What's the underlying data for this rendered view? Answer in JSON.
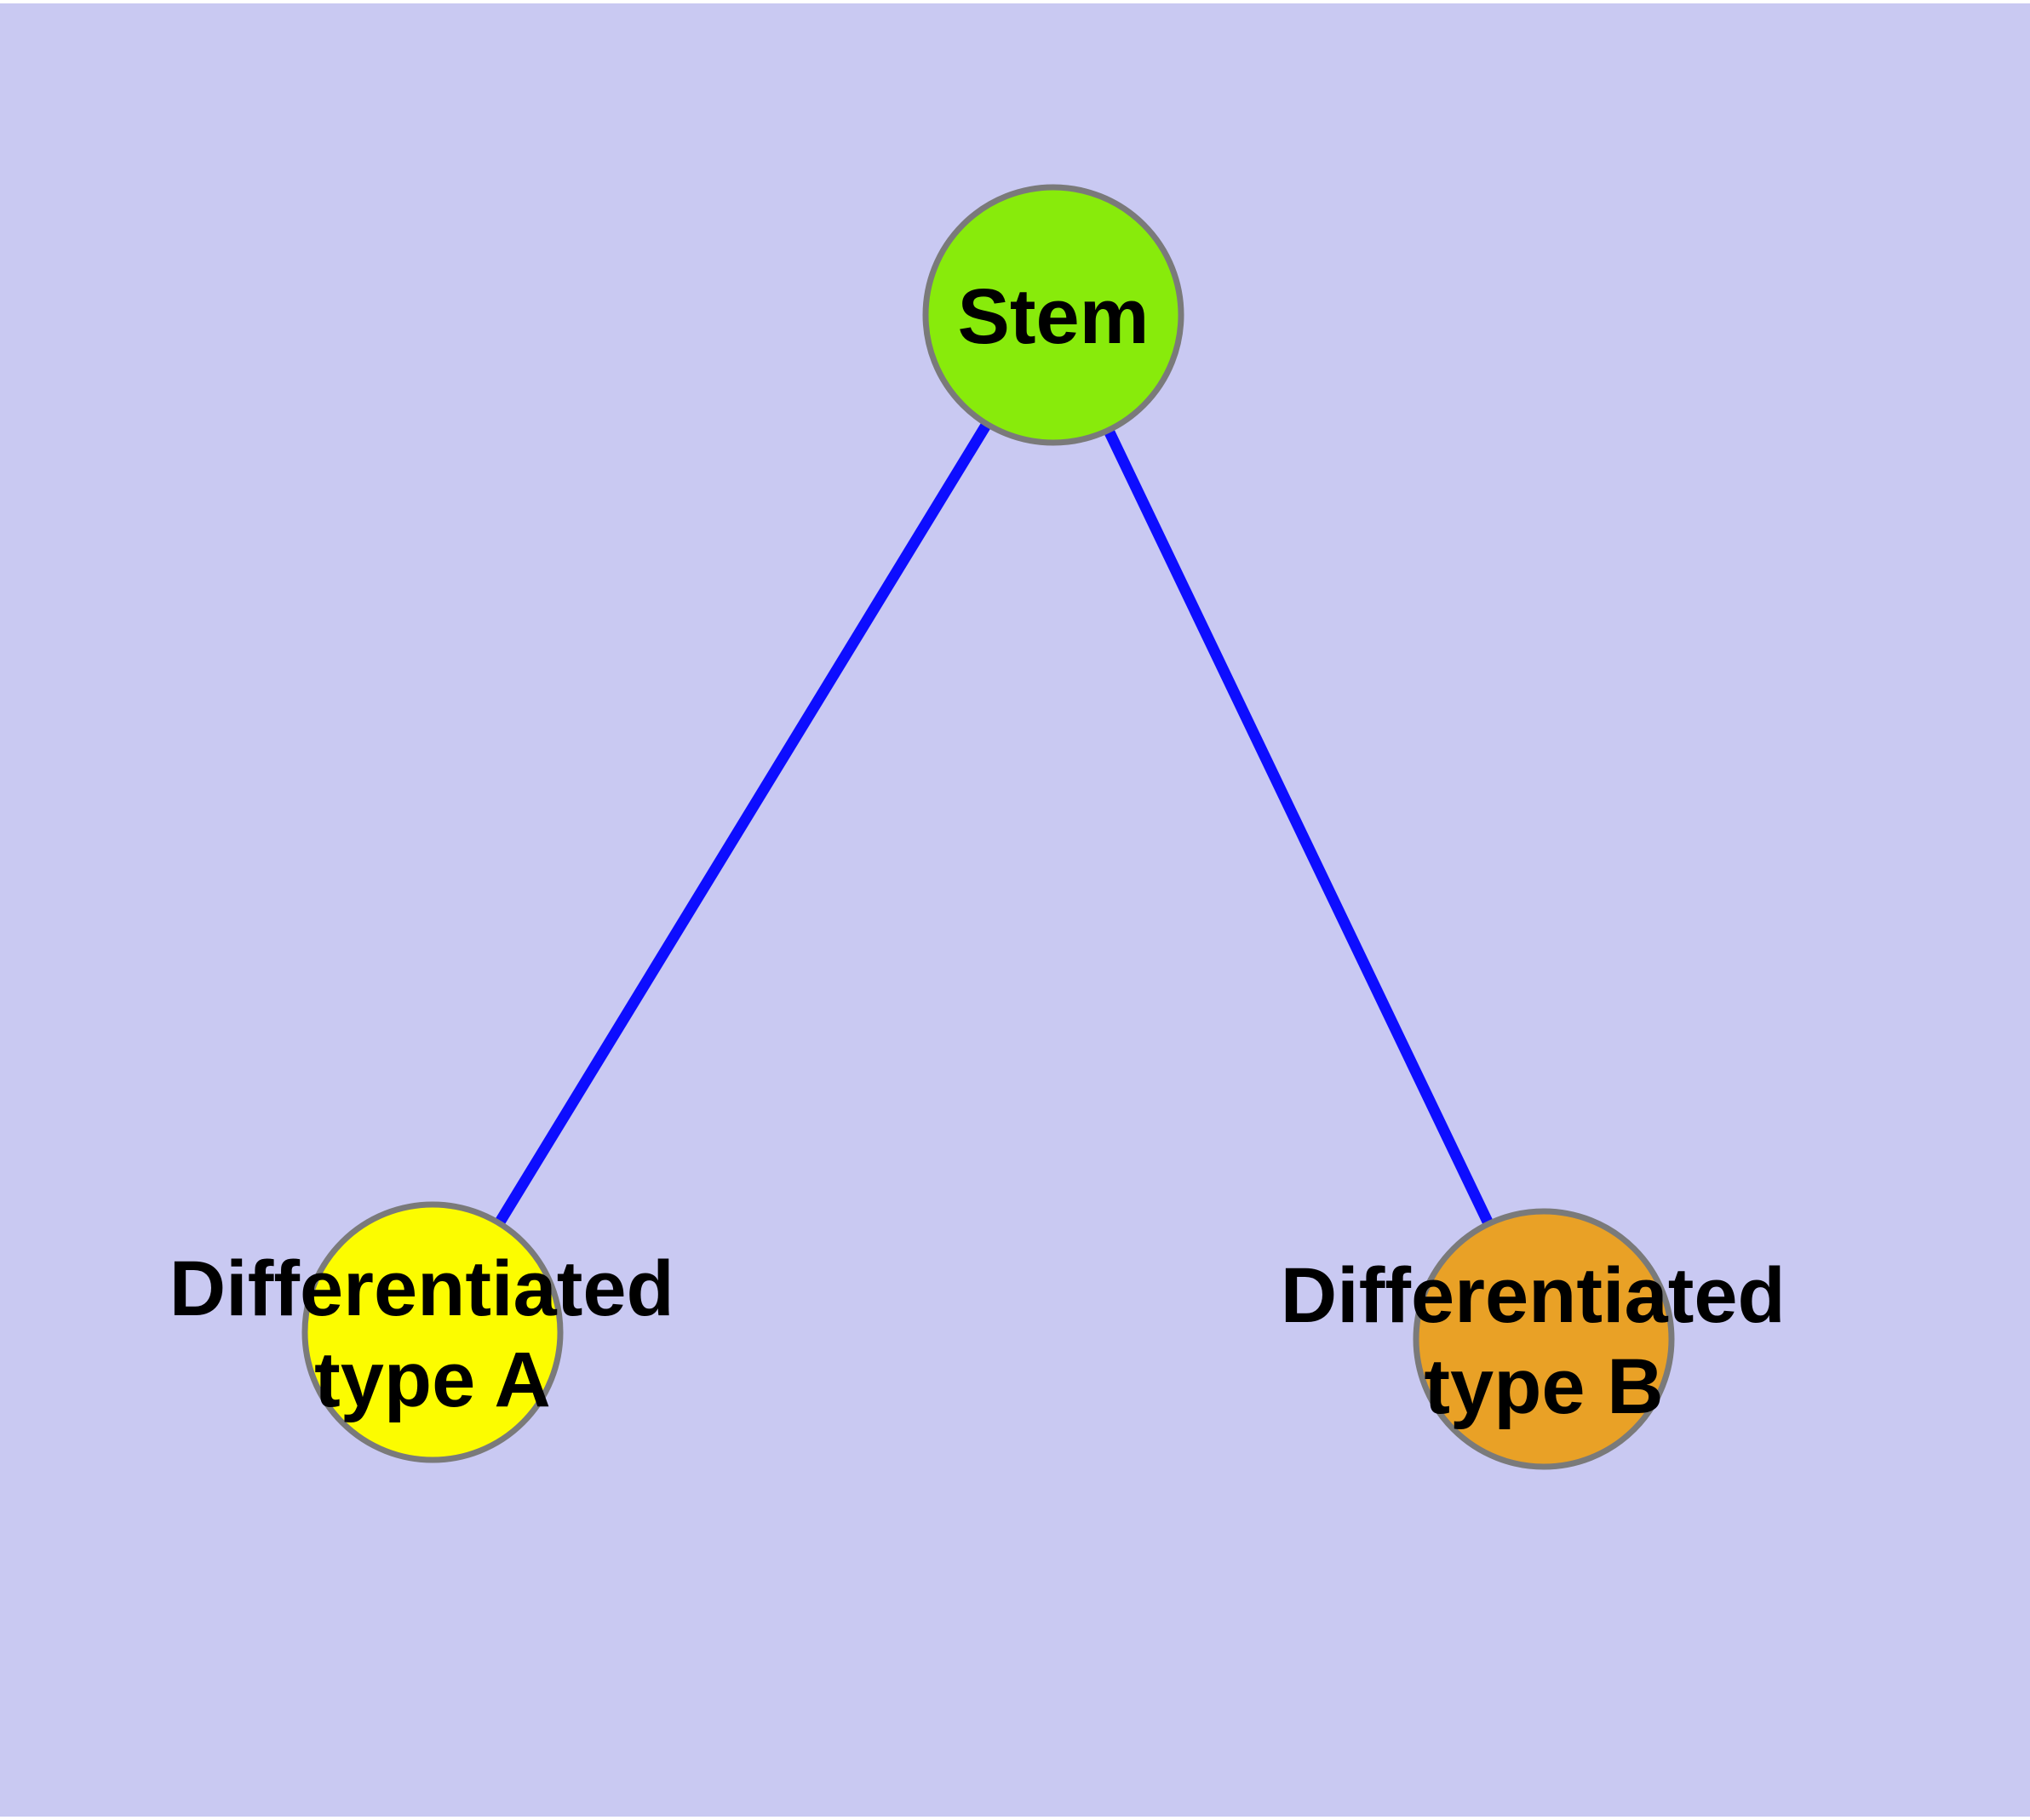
{
  "diagram": {
    "background_color": "#C9C9F2",
    "margin_color": "#FFFFFF",
    "edge_color": "#0D0DFF",
    "node_border_color": "#7A7A7A",
    "label_color": "#000000",
    "nodes": [
      {
        "id": "stem",
        "label": "Stem",
        "line1": "Stem",
        "line2": "",
        "fill": "#88EB0B"
      },
      {
        "id": "differentiated-type-a",
        "label": "Differentiated type A",
        "line1": "Differentiated",
        "line2": "type A",
        "fill": "#FCFC00"
      },
      {
        "id": "differentiated-type-b",
        "label": "Differentiated type B",
        "line1": "Differentiated",
        "line2": "type B",
        "fill": "#E9A126"
      }
    ],
    "edges": [
      {
        "from": "stem",
        "to": "differentiated-type-a"
      },
      {
        "from": "stem",
        "to": "differentiated-type-b"
      }
    ]
  }
}
